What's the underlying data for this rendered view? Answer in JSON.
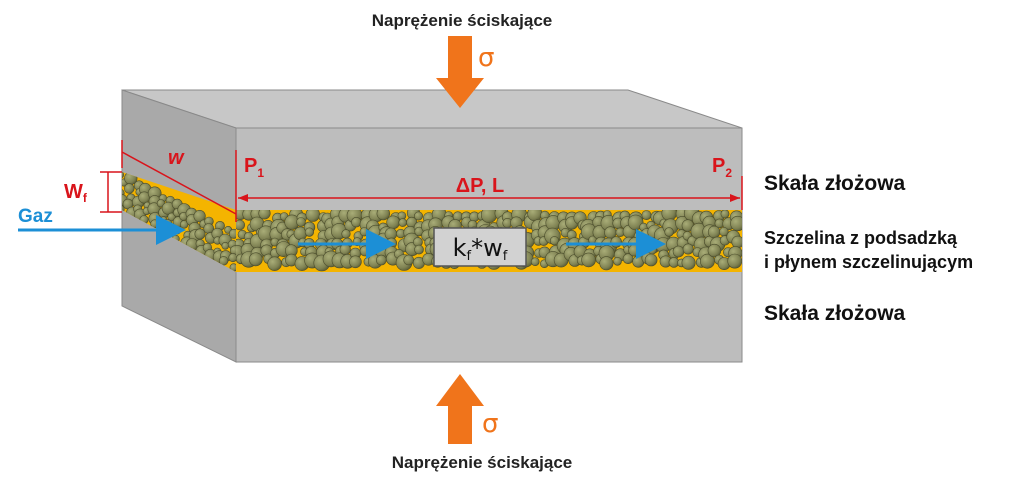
{
  "stress_top_label": "Naprężenie ściskające",
  "stress_bottom_label": "Naprężenie ściskające",
  "sigma_top": "σ",
  "sigma_bottom": "σ",
  "layer_top_label": "Skała złożowa",
  "layer_bottom_label": "Skała złożowa",
  "fracture_label_line1": "Szczelina z podsadzką",
  "fracture_label_line2": "i płynem szczelinującym",
  "gas_label": "Gaz",
  "width_label": "w",
  "fracture_width_label": "W",
  "fracture_width_sub": "f",
  "pressure_in_label": "P",
  "pressure_in_sub": "1",
  "pressure_out_label": "P",
  "pressure_out_sub": "2",
  "length_label": "ΔP, L",
  "conductivity_k": "k",
  "conductivity_k_sub": "f",
  "conductivity_mid": "*w",
  "conductivity_w_sub": "f",
  "colors": {
    "rock_front": "#b9b9b9",
    "rock_top": "#c7c7c7",
    "rock_side": "#a9a9a9",
    "proppant_fluid": "#f4b400",
    "proppant_grain": "#7f8253",
    "arrow_stress": "#f0741b",
    "arrow_gas": "#1c8fd6",
    "dimension": "#d9141b"
  }
}
